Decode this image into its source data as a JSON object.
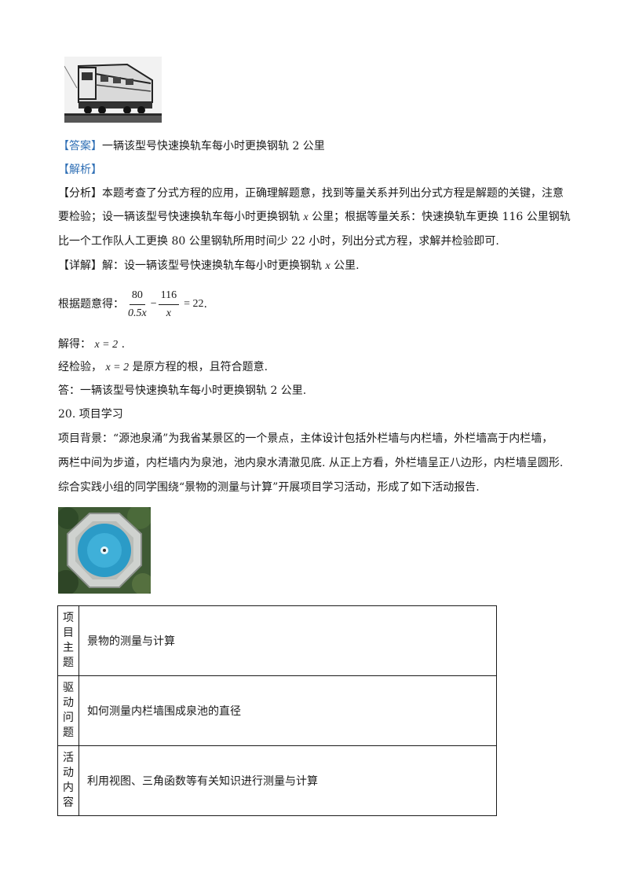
{
  "answer": {
    "tag": "【答案】",
    "text": "一辆该型号快速换轨车每小时更换钢轨 2 公里"
  },
  "analysis_tag": "【解析】",
  "fenxi": {
    "tag": "【分析】",
    "line1": "本题考查了分式方程的应用，正确理解题意，找到等量关系并列出分式方程是解题的关键，注意",
    "line2a": "要检验；设一辆该型号快速换轨车每小时更换钢轨",
    "var": "x",
    "line2b": "公里；根据等量关系：快速换轨车更换 116 公里钢轨",
    "line3": "比一个工作队人工更换 80 公里钢轨所用时间少 22 小时，列出分式方程，求解并检验即可."
  },
  "xiangjie": {
    "tag": "【详解】",
    "text_a": "解：设一辆该型号快速换轨车每小时更换钢轨",
    "var": "x",
    "text_b": "公里."
  },
  "equation": {
    "lead": "根据题意得：",
    "frac1_num": "80",
    "frac1_den": "0.5x",
    "minus": "−",
    "frac2_num": "116",
    "frac2_den": "x",
    "rhs": "= 22",
    "end": "."
  },
  "solve": {
    "lead": "解得：",
    "expr": "x = 2",
    "end": "."
  },
  "check": {
    "lead": "经检验，",
    "expr": "x = 2",
    "rest": "是原方程的根，且符合题意."
  },
  "final": "答：一辆该型号快速换轨车每小时更换钢轨 2 公里.",
  "q20": {
    "title": "20. 项目学习",
    "bg1": "项目背景：“源池泉涌”为我省某景区的一个景点，主体设计包括外栏墙与内栏墙，外栏墙高于内栏墙，",
    "bg2": "两栏中间为步道，内栏墙内为泉池，池内泉水清澈见底. 从正上方看，外栏墙呈正八边形，内栏墙呈圆形.",
    "bg3": "综合实践小组的同学围绕“景物的测量与计算”开展项目学习活动，形成了如下活动报告."
  },
  "table": {
    "rows": [
      {
        "label": "项目主题",
        "content": "景物的测量与计算"
      },
      {
        "label": "驱动问题",
        "content": "如何测量内栏墙围成泉池的直径"
      },
      {
        "label": "活动内容",
        "content": "利用视图、三角函数等有关知识进行测量与计算"
      }
    ]
  },
  "colors": {
    "accent": "#2f6fb5",
    "text": "#1a1a1a",
    "pool": "#2b9bc7"
  }
}
